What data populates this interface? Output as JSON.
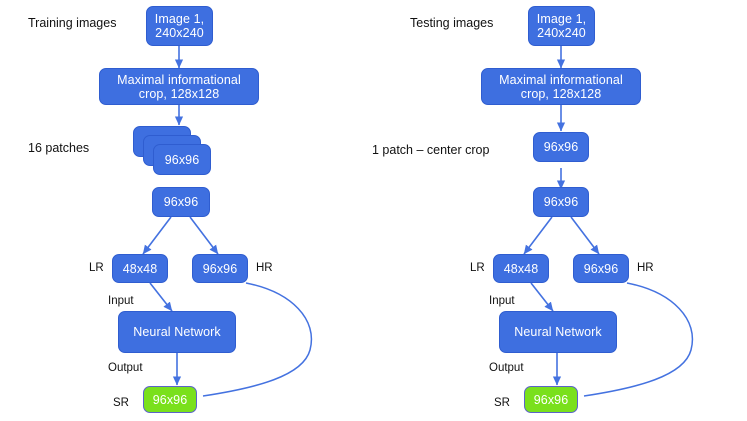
{
  "diagram": {
    "title": "Super-resolution training and testing pipeline",
    "colors": {
      "node_fill": "#3E6FE0",
      "node_border": "#2F5DD0",
      "node_text": "#FFFFFF",
      "output_fill": "#7AE01C",
      "output_border": "#5B63C9",
      "edge": "#4472E0",
      "label_text": "#111111",
      "background": "#FFFFFF"
    },
    "panels": [
      {
        "id": "training",
        "side_label": "Training images",
        "patch_label": "16 patches",
        "nodes": {
          "source": "Image 1,\n240x240",
          "crop": "Maximal informational\ncrop, 128x128",
          "patch_stack": "96x96",
          "selected_patch": "96x96",
          "lr": "48x48",
          "hr": "96x96",
          "network": "Neural Network",
          "output": "96x96"
        },
        "edge_labels": {
          "lr": "LR",
          "hr": "HR",
          "input": "Input",
          "output": "Output",
          "sr": "SR"
        }
      },
      {
        "id": "testing",
        "side_label": "Testing images",
        "patch_label": "1 patch – center crop",
        "nodes": {
          "source": "Image 1,\n240x240",
          "crop": "Maximal informational\ncrop, 128x128",
          "patch_stack": "96x96",
          "selected_patch": "96x96",
          "lr": "48x48",
          "hr": "96x96",
          "network": "Neural Network",
          "output": "96x96"
        },
        "edge_labels": {
          "lr": "LR",
          "hr": "HR",
          "input": "Input",
          "output": "Output",
          "sr": "SR"
        }
      }
    ]
  }
}
